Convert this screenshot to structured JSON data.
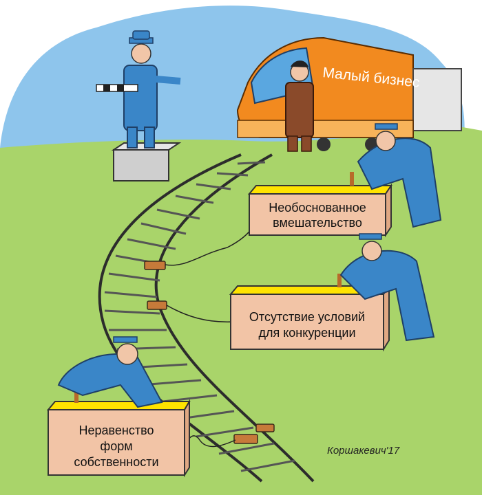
{
  "train": {
    "label": "Малый бизнес"
  },
  "boxes": [
    {
      "line1": "Необоснованное",
      "line2": "вмешательство"
    },
    {
      "line1": "Отсутствие условий",
      "line2": "для конкуренции"
    },
    {
      "line1": "Неравенство",
      "line2": "форм",
      "line3": "собственности"
    }
  ],
  "signature": "Коршакевич'17",
  "colors": {
    "sky": "#8ec5ec",
    "grass": "#a9d46a",
    "train": "#f28a1f",
    "suit": "#3a86c8",
    "box": "#f2c4a6",
    "box_top": "#ffe300",
    "pedestal": "#cfcfcf"
  }
}
